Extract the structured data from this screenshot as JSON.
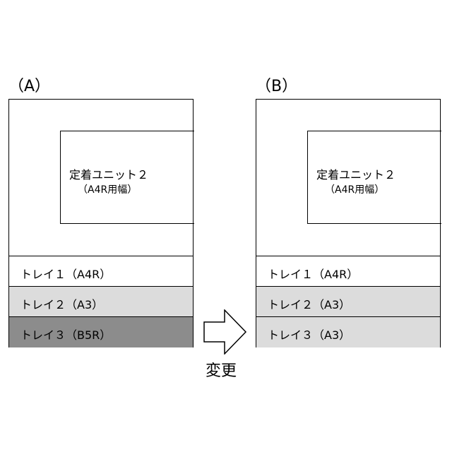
{
  "panels": [
    {
      "label": "（A）",
      "fuser": {
        "title": "定着ユニット２",
        "width_note": "（A4R用幅）"
      },
      "trays": [
        {
          "label": "トレイ１（A4R）",
          "color": "#ffffff"
        },
        {
          "label": "トレイ２（A3）",
          "color": "#dcdcdc"
        },
        {
          "label": "トレイ３（B5R）",
          "color": "#8c8c8c"
        }
      ]
    },
    {
      "label": "（B）",
      "fuser": {
        "title": "定着ユニット２",
        "width_note": "（A4R用幅）"
      },
      "trays": [
        {
          "label": "トレイ１（A4R）",
          "color": "#ffffff"
        },
        {
          "label": "トレイ２（A3）",
          "color": "#dcdcdc"
        },
        {
          "label": "トレイ３（A3）",
          "color": "#dcdcdc"
        }
      ]
    }
  ],
  "arrow": {
    "label": "変更",
    "icon": "right-arrow-icon"
  }
}
